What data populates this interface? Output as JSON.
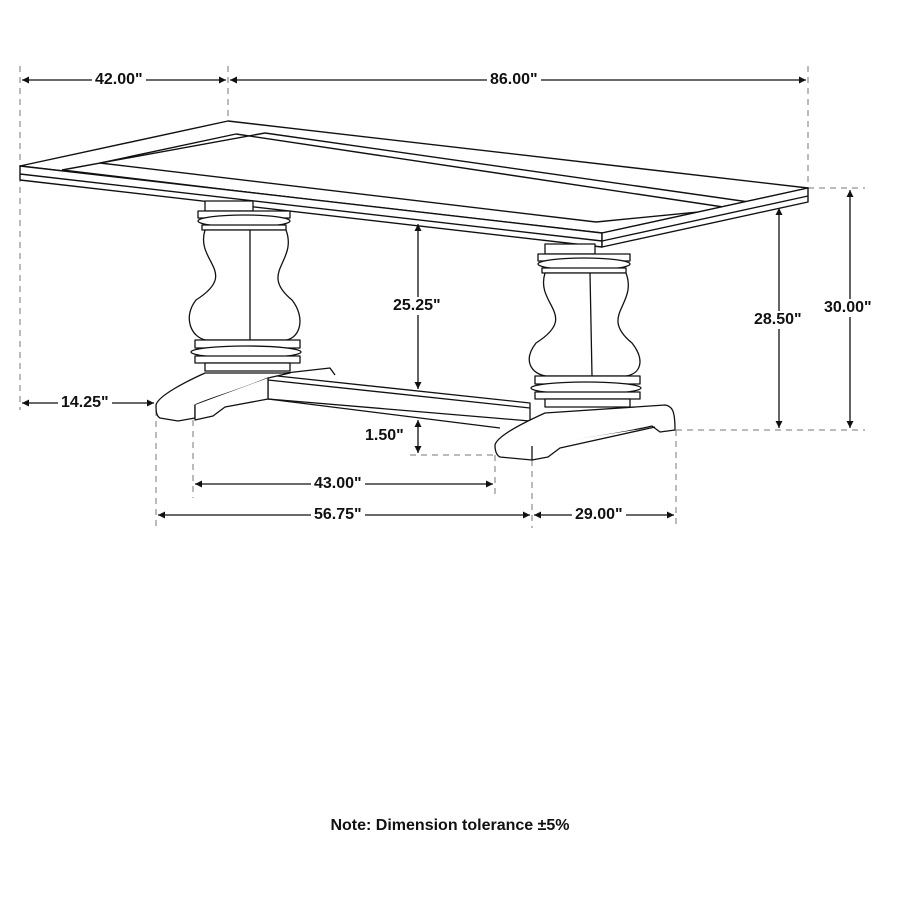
{
  "diagram": {
    "subject": "pedestal-dining-table",
    "line_color": "#111111",
    "guide_color": "#777777",
    "background": "#ffffff",
    "dimensions": {
      "depth": "42.00\"",
      "length": "86.00\"",
      "apron_to_floor": "25.25\"",
      "under_top_height": "28.50\"",
      "overall_height": "30.00\"",
      "top_overhang": "14.25\"",
      "stretcher_clearance": "1.50\"",
      "inner_pedestal_span": "43.00\"",
      "outer_pedestal_span": "56.75\"",
      "foot_depth": "29.00\""
    },
    "note": "Note: Dimension tolerance ±5%"
  }
}
